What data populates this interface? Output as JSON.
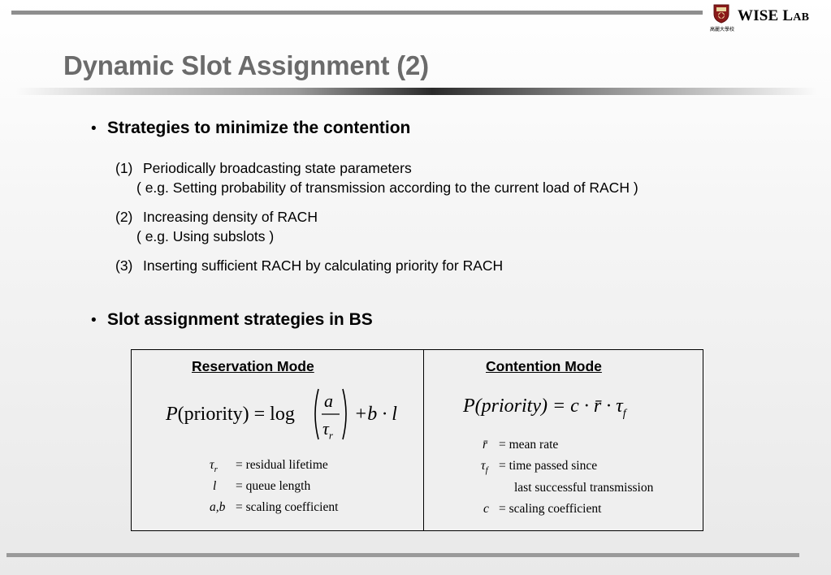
{
  "header": {
    "logo_text_main": "WISE L",
    "logo_text_small": "AB",
    "logo_sub": "高麗大學校"
  },
  "slide": {
    "title": "Dynamic Slot Assignment (2)",
    "bullet1": "Strategies to minimize the contention",
    "items": [
      {
        "num": "(1)",
        "text": "Periodically broadcasting state parameters",
        "sub": "( e.g.  Setting probability of transmission according to the current load of RACH )"
      },
      {
        "num": "(2)",
        "text": "Increasing density of RACH",
        "sub": "( e.g. Using subslots )"
      },
      {
        "num": "(3)",
        "text": "Inserting sufficient RACH by calculating priority for RACH",
        "sub": ""
      }
    ],
    "bullet2": "Slot assignment strategies in BS"
  },
  "table": {
    "left": {
      "heading": "Reservation Mode",
      "formula_lhs": "P(priority) = log",
      "frac_num": "a",
      "frac_den": "τ",
      "frac_den_sub": "r",
      "formula_tail": "+b · l",
      "defs": [
        {
          "sym": "τ",
          "sub": "r",
          "text": "= residual lifetime"
        },
        {
          "sym": "l",
          "sub": "",
          "text": "= queue length"
        },
        {
          "sym": "a,b",
          "sub": "",
          "text": "= scaling coefficient"
        }
      ]
    },
    "right": {
      "heading": "Contention Mode",
      "formula": "P(priority) = c · r̄ · τ",
      "formula_sub": "f",
      "defs": [
        {
          "sym": "r̄",
          "sub": "",
          "text": "= mean rate"
        },
        {
          "sym": "τ",
          "sub": "f",
          "text": "= time passed since"
        },
        {
          "sym": "",
          "sub": "",
          "text": "last successful transmission"
        },
        {
          "sym": "c",
          "sub": "",
          "text": "= scaling coefficient"
        }
      ]
    }
  }
}
